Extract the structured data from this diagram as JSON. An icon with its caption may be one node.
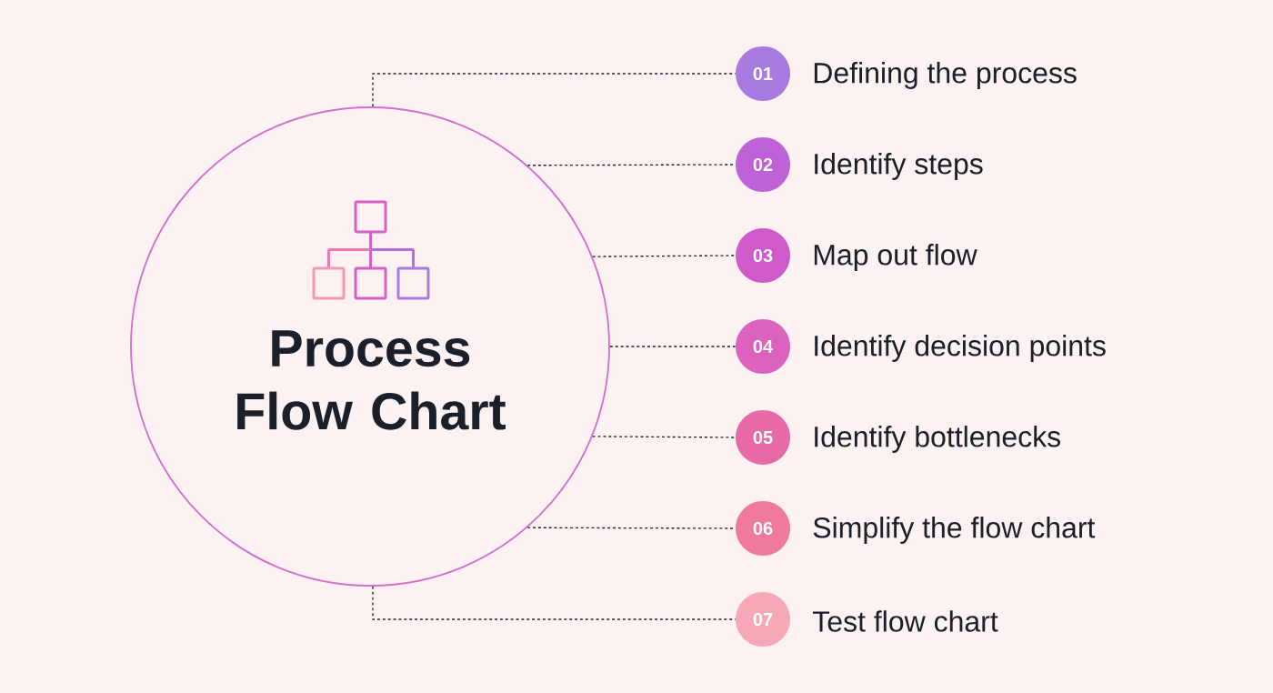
{
  "diagram": {
    "nodes": [
      {
        "text": [
          "Process Flow Chart"
        ]
      },
      {
        "text": [
          "01"
        ],
        "beside": [
          "Defining the process"
        ]
      },
      {
        "text": [
          "02"
        ],
        "beside": [
          "Identify steps"
        ]
      },
      {
        "text": [
          "03"
        ],
        "beside": [
          "Map out flow"
        ]
      },
      {
        "text": [
          "04"
        ],
        "beside": [
          "Identify decision points"
        ]
      },
      {
        "text": [
          "05"
        ],
        "beside": [
          "Identify bottlenecks"
        ]
      },
      {
        "text": [
          "06"
        ],
        "beside": [
          "Simplify the flow chart"
        ]
      },
      {
        "text": [
          "07"
        ],
        "beside": [
          "Test flow chart"
        ]
      }
    ],
    "edges": [
      {
        "from": 0,
        "to": 1,
        "arrow": "none",
        "style": "dashed"
      },
      {
        "from": 0,
        "to": 2,
        "arrow": "none",
        "style": "dashed"
      },
      {
        "from": 0,
        "to": 3,
        "arrow": "none",
        "style": "dashed"
      },
      {
        "from": 0,
        "to": 4,
        "arrow": "none",
        "style": "dashed"
      },
      {
        "from": 0,
        "to": 5,
        "arrow": "none",
        "style": "dashed"
      },
      {
        "from": 0,
        "to": 6,
        "arrow": "none",
        "style": "dashed"
      },
      {
        "from": 0,
        "to": 7,
        "arrow": "none",
        "style": "dashed"
      }
    ]
  }
}
